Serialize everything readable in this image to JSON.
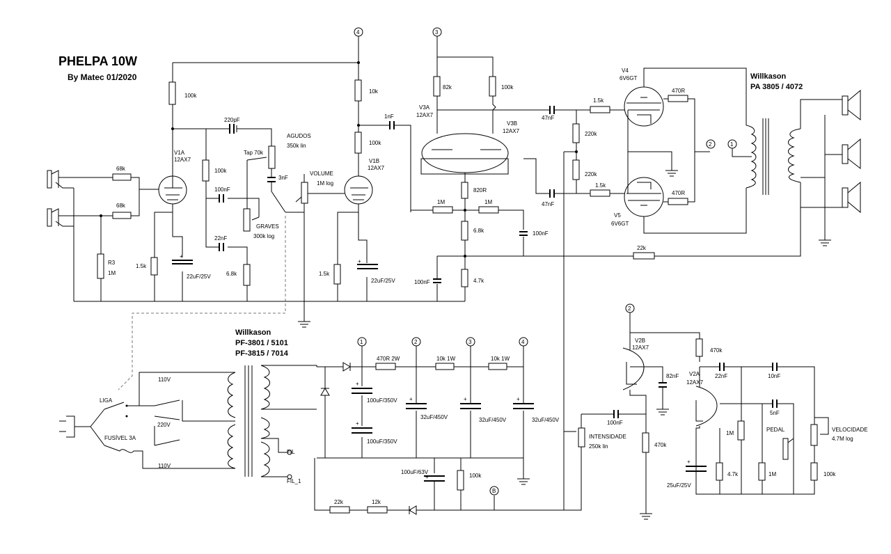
{
  "title": "PHELPA 10W",
  "subtitle": "By Matec 01/2020",
  "output_transformer": {
    "brand": "Willkason",
    "model": "PA 3805 / 4072"
  },
  "power_transformer": {
    "brand": "Willkason",
    "model_a": "PF-3801 / 5101",
    "model_b": "PF-3815 / 7014"
  },
  "nodes": [
    "1",
    "2",
    "3",
    "4",
    "B"
  ],
  "tubes": {
    "v1a": {
      "name": "V1A",
      "type": "12AX7"
    },
    "v1b": {
      "name": "V1B",
      "type": "12AX7"
    },
    "v3a": {
      "name": "V3A",
      "type": "12AX7"
    },
    "v3b": {
      "name": "V3B",
      "type": "12AX7"
    },
    "v4": {
      "name": "V4",
      "type": "6V6GT"
    },
    "v5": {
      "name": "V5",
      "type": "6V6GT"
    },
    "v2a": {
      "name": "V2A",
      "type": "12AX7"
    },
    "v2b": {
      "name": "V2B",
      "type": "12AX7"
    }
  },
  "controls": {
    "agudos": {
      "name": "AGUDOS",
      "value": "350k lin",
      "tap": "Tap 70k"
    },
    "volume": {
      "name": "VOLUME",
      "value": "1M log"
    },
    "graves": {
      "name": "GRAVES",
      "value": "300k log"
    },
    "intensidade": {
      "name": "INTENSIDADE",
      "value": "250k lin"
    },
    "velocidade": {
      "name": "VELOCIDADE",
      "value": "4.7M log"
    },
    "pedal": "PEDAL"
  },
  "power_labels": {
    "liga": "LIGA",
    "fusivel": "FUSÍVEL 3A",
    "v110a": "110V",
    "v220": "220V",
    "v110b": "110V",
    "fil": "FIL",
    "fil1": "FIL_1"
  },
  "values": {
    "r68k": "68k",
    "r3": "R3",
    "r1m": "1M",
    "r1k5": "1.5k",
    "c22u25": "22uF/25V",
    "r100k": "100k",
    "c220p": "220pF",
    "c100n": "100nF",
    "c22n": "22nF",
    "r6k8": "6.8k",
    "c3n": "3nF",
    "r10k": "10k",
    "c1n": "1nF",
    "r82k": "82k",
    "r820": "820R",
    "r4k7": "4.7k",
    "c47n": "47nF",
    "r220k": "220k",
    "r470r": "470R",
    "r22k": "22k",
    "r470r2w": "470R 2W",
    "r10k1w": "10k 1W",
    "c100u350": "100uF/350V",
    "c32u450": "32uF/450V",
    "c100u63": "100uF/63V",
    "r12k": "12k",
    "r470k": "470k",
    "c82n": "82nF",
    "c10n": "10nF",
    "c5n": "5nF",
    "c25u25": "25uF/25V"
  },
  "plus": "+"
}
